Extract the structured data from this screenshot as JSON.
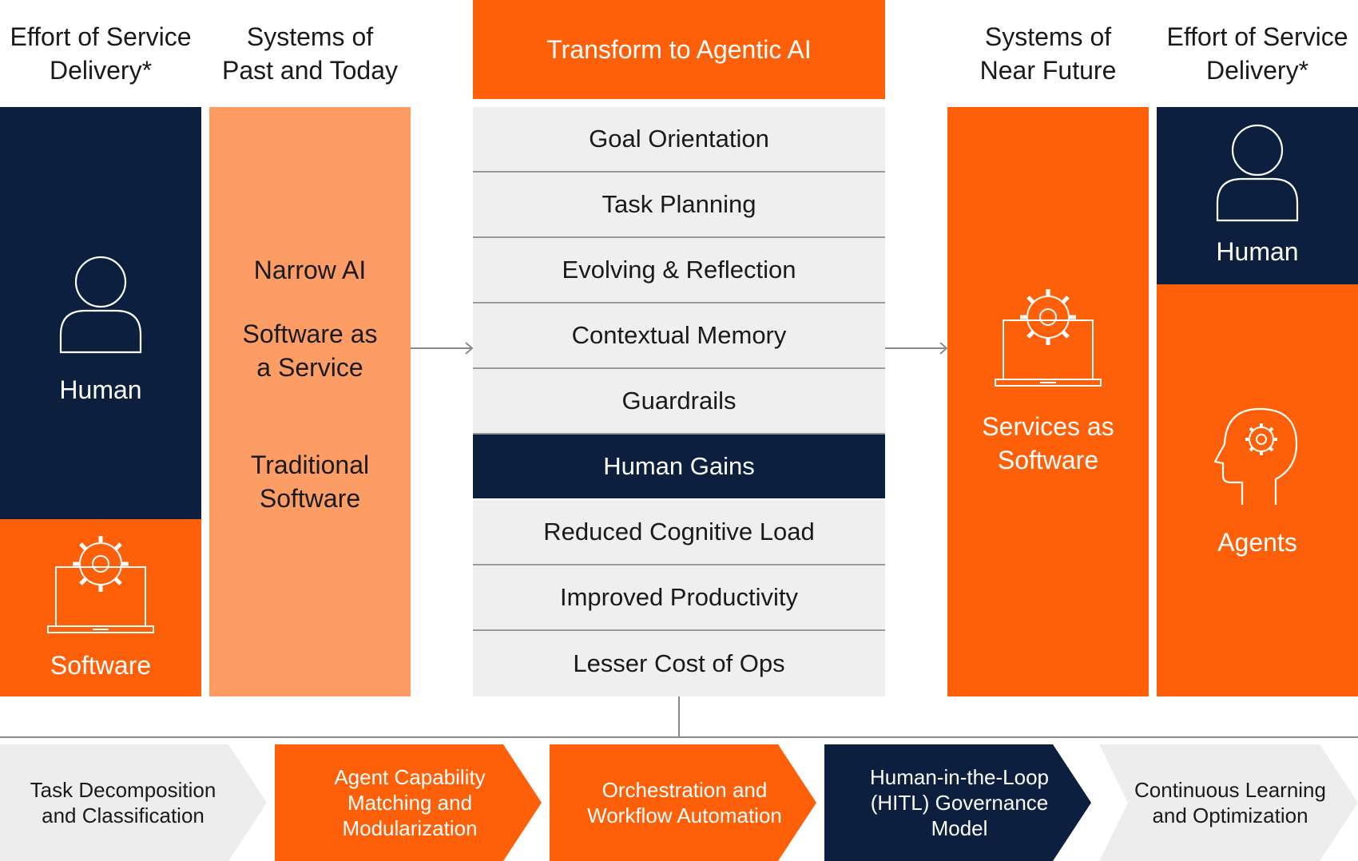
{
  "colors": {
    "navy": "#0c1f3f",
    "orange": "#fe600a",
    "peach": "#fd9d66",
    "grey": "#efefef"
  },
  "headers": {
    "left_effort": "Effort of Service\nDelivery*",
    "left_systems": "Systems of\nPast and Today",
    "center": "Transform to Agentic AI",
    "right_systems": "Systems of\nNear Future",
    "right_effort": "Effort of Service\nDelivery*"
  },
  "left_effort": {
    "human": "Human",
    "software": "Software",
    "human_icon": "person-icon",
    "software_icon": "laptop-gear-icon"
  },
  "past_systems": {
    "items": [
      "Narrow AI",
      "Software as\na Service",
      "Traditional\nSoftware"
    ]
  },
  "capabilities": [
    "Goal Orientation",
    "Task Planning",
    "Evolving & Reflection",
    "Contextual Memory",
    "Guardrails",
    "Human Gains",
    "Reduced Cognitive Load",
    "Improved Productivity",
    "Lesser Cost of Ops"
  ],
  "future_systems": {
    "label": "Services as\nSoftware",
    "icon": "laptop-gear-icon"
  },
  "right_effort": {
    "human": "Human",
    "agents": "Agents",
    "human_icon": "person-icon",
    "agents_icon": "head-gear-icon"
  },
  "process_steps": [
    "Task Decomposition\nand Classification",
    "Agent Capability\nMatching and\nModularization",
    "Orchestration and\nWorkflow Automation",
    "Human-in-the-Loop\n(HITL) Governance\nModel",
    "Continuous Learning\nand Optimization"
  ]
}
